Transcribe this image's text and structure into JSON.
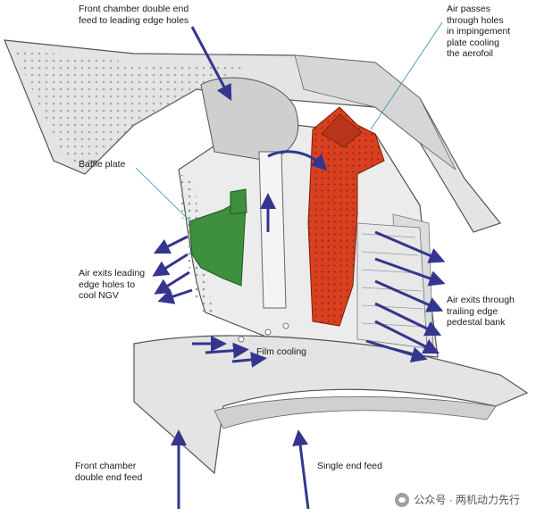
{
  "labels": {
    "front_chamber_top": "Front chamber double end\nfeed to leading edge holes",
    "air_passes": "Air passes\nthrough holes\nin impingement\nplate cooling\nthe aerofoil",
    "baffle_plate": "Baffle plate",
    "air_exits_leading": "Air exits leading\nedge holes to\ncool NGV",
    "air_exits_trailing": "Air exits through\ntrailing edge\npedestal bank",
    "film_cooling": "Film cooling",
    "front_chamber_bottom": "Front chamber\ndouble end feed",
    "single_end_feed": "Single end feed"
  },
  "watermark": "公众号 · 两机动力先行",
  "colors": {
    "arrow": "#33358f",
    "impingement_plate": "#d8401f",
    "baffle": "#3e8f3e",
    "metal": "#e4e4e4",
    "outline": "#555555"
  }
}
